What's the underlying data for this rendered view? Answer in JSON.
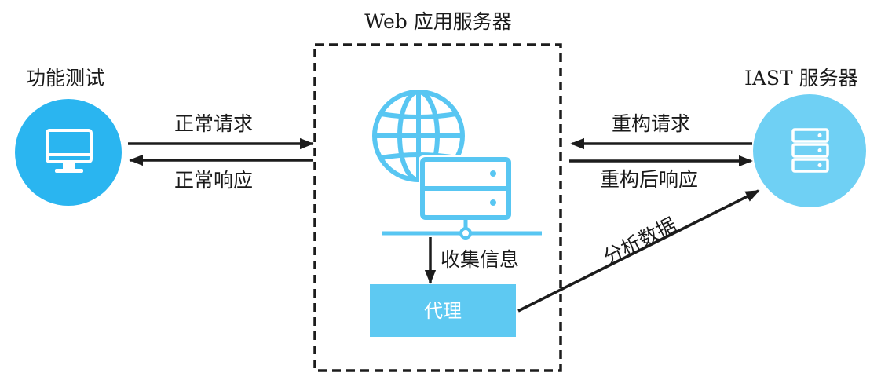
{
  "title": "Web 应用服务器",
  "left_node": {
    "label": "功能测试"
  },
  "right_node": {
    "label": "IAST 服务器"
  },
  "left_arrows": {
    "request": "正常请求",
    "response": "正常响应"
  },
  "right_arrows": {
    "request": "重构请求",
    "response": "重构后响应"
  },
  "collect_label": "收集信息",
  "agent_label": "代理",
  "analyze_label": "分析数据",
  "colors": {
    "left_circle": "#2ab5f0",
    "right_circle": "#6fd0f4",
    "server_icon": "#58c6f2",
    "agent_box": "#5ec9f2",
    "arrow": "#1c1c1c"
  }
}
